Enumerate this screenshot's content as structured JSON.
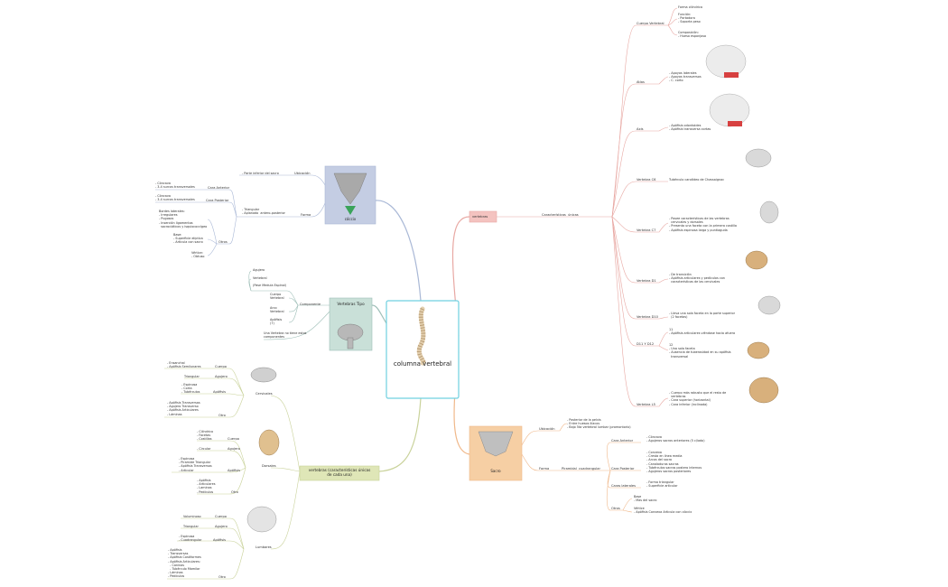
{
  "center": {
    "title": "columna vertebral"
  },
  "colors": {
    "center_border": "#6fd0e0",
    "vert_branch": "#e8a8a3",
    "sacro_branch": "#f0b88a",
    "tipo_branch": "#9fbfb8",
    "coccix_branch": "#a9b8d6",
    "cu_branch": "#c9d29a",
    "vert_fill": "#f4c3c0",
    "sacro_fill": "#f6cfa4",
    "tipo_fill": "#c9e0d8",
    "coccix_fill": "#c4cde3",
    "cu_fill": "#dfe6b7"
  },
  "vertebras": {
    "label": "vertebras",
    "caract": "Características  únicas",
    "cuerpo_label": "Cuerpo Vertebral",
    "forma": "Forma cilíndrica",
    "funcion": "Función:\n- Portadora\n- Soporta peso",
    "composicion": "Composición:\n- Hueso esponjoso",
    "atlas_label": "Atlas",
    "atlas_text": "- Apoyos laterales\n- Apoyos transversos\n- C. corto",
    "axis_label": "Axis",
    "axis_text": "- Apófisis odontoides\n- Apófisis transversa cortas",
    "c6_label": "Vertebra C6",
    "c6_text": "Tubérculo carotídeo de Chassaignac",
    "c7_label": "Vertebra C7",
    "c7_text": "- Posee características de las vertebras\n  cervicales y dorsales\n- Presenta una faceta con la primera costilla\n- Apófisis espinosa larga y puntiaguda",
    "t1_label": "Vertebra D1",
    "t1_text": "- De transición\n- Apófisis articulares y pedículos con\n  características de las cervicales",
    "t10_label": "Vertebra D10",
    "t10_text": "- Lleva una sola faceta en la parte superior\n  (2 facetas)",
    "d11_label": "D11 Y D12",
    "d11_a": "11\n- Apófisis articulares viéndose hacia afuera",
    "d11_b": "12\n- Una sola faceta\n- Ausencia de tuberosidad en su apófisis\n  transversal",
    "l5_label": "Vertebra L5",
    "l5_text": "- Cuerpo más robusto que el resto de\n  vertebras\n- Cara superior (horizontal)\n- Cara inferior (inclinada)"
  },
  "sacro": {
    "label": "Sacro",
    "ubic_label": "Ubicación",
    "ubic_text": "- Posterior de la pelvis\n- Entre huesos ilíacos\n- Bajo 5ta vertebral lumbar (promontorio)",
    "forma_label": "Forma",
    "forma_value": "Piramidal  cuadrangular",
    "ant_label": "Cara Anterior",
    "ant_text": "- Cóncava\n- Agujeros sacros anteriores (5 c/lado)",
    "post_label": "Cara Posterior",
    "post_text": "- Convexa\n- Cresta en línea media\n- Arcos del sacro\n- Canaladuras sacras\n- Tubérculos sacros postero internos\n- Agujeros sacros posteriores",
    "lat_label": "Caras laterales",
    "lat_text": "- Forma triangular\n- Superficie articular",
    "otros_label": "Otros",
    "base_text": "Base\n- Mas del sacro",
    "vertice_text": "Vértice\n- Apófisis Convexa Articula con cóccix"
  },
  "coccix": {
    "label": "cóccix",
    "ubic_label": "Ubicación",
    "ubic_text": "- Parte inferior del sacro",
    "forma_label": "Forma",
    "forma_text": "- Triangular\n- Aplanado  antero-posterior",
    "ant_label": "Cara Anterior",
    "ant_text": "- Cóncava\n- 3-4 surcos transversales",
    "post_label": "Cara Posterior",
    "post_text": "- Cóncava\n- 3-4 surcos transversales",
    "otros_label": "Otros",
    "bordes_text": "Bordes laterales:\n- Irregulares\n- Pugosos\n- Inserción ligamentos\n  sacrociáticos y isquiococcígeo",
    "base_text": "Base:\n- Superficie elíptica\n- Articula con sacro",
    "vertice_text": "Vértice:\n- Obtuso"
  },
  "tipo": {
    "label": "Vertebras Tipo",
    "comp_label": "Componente",
    "items": [
      "Agujero",
      "Vertebral",
      "(Pase Medula Espinal)"
    ],
    "cuerpo": "Cuerpo\nVertebral",
    "arco": "Arco\nVertebral",
    "apofisis": "Apófisis\n(7)",
    "una": "Una Vertebra no tiene estos\ncomponentes"
  },
  "cu": {
    "label": "vertebras (características únicas\nde cada una)",
    "cervicales": {
      "label": "Cervicales",
      "cuerpo_label": "Cuerpo",
      "cuerpo_text": "- Ensanchal\n- Apófisis Semilunares",
      "agujero_label": "Agujero",
      "agujero_text": "Triangular",
      "apofisis_label": "Apófisis",
      "apofisis_text": "- Espinosa\n- Corta\n- Tubérculos",
      "otro_label": "Otro",
      "otro_text": "- Apófisis Transversas\n- Agujero Transverso\n- Apófisis Articulares\n- Láminas"
    },
    "dorsales": {
      "label": "Dorsales",
      "cuerpo_label": "Cuerpo",
      "cuerpo_text": "- Cilíndrico\n- Facetas\n- Costillas",
      "agujero_label": "Agujero",
      "agujero_text": "- Circular",
      "apofisis_label": "Apófisis",
      "apofisis_text": "- Espinosa\n- Piramide Triangular\n- Apófisis Transversas\n- Articular",
      "otro_label": "Otro",
      "otro_text": "- Apófisis\n- Articulares\n- Laminas\n- Pedículos"
    },
    "lumbares": {
      "label": "Lumbares",
      "cuerpo_label": "Cuerpo",
      "cuerpo_text": "Voluminoso",
      "agujero_label": "Agujero",
      "agujero_text": "Triangular",
      "apofisis_label": "Apófisis",
      "apofisis_text": "- Espinosa\n- Cuadrangular",
      "otro_label": "Otro",
      "otro_text": "- Apófisis\n- Transversas\n- Apófisis Costiformes\n- Apófisis Articulares:\n  - Caninas\n  - Tubérculo Mamilar\n- Láminas\n- Pedículos"
    }
  }
}
